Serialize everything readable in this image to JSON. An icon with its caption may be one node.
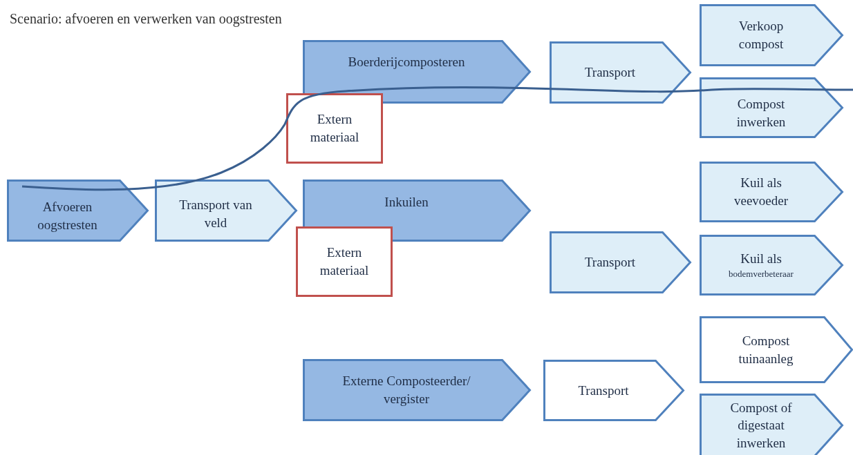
{
  "diagram": {
    "title": "Scenario: afvoeren en verwerken van oogstresten",
    "nodes": [
      {
        "text": [
          "Afvoeren oogstresten"
        ]
      },
      {
        "text": [
          "Transport van veld"
        ]
      },
      {
        "text": [
          "Boerderijcomposteren"
        ]
      },
      {
        "text": [
          "Extern materiaal"
        ]
      },
      {
        "text": [
          "Inkuilen"
        ]
      },
      {
        "text": [
          "Extern materiaal"
        ]
      },
      {
        "text": [
          "Externe Composteerder/ vergister"
        ]
      },
      {
        "text": [
          "Transport"
        ]
      },
      {
        "text": [
          "Transport"
        ]
      },
      {
        "text": [
          "Transport"
        ]
      },
      {
        "text": [
          "Verkoop compost"
        ]
      },
      {
        "text": [
          "Compost inwerken"
        ]
      },
      {
        "text": [
          "Kuil als veevoeder"
        ]
      },
      {
        "text": [
          "Kuil als",
          "bodemverbeteraar"
        ]
      },
      {
        "text": [
          "Compost tuinaanleg"
        ]
      },
      {
        "text": [
          "Compost of digestaat inwerken"
        ]
      }
    ]
  }
}
